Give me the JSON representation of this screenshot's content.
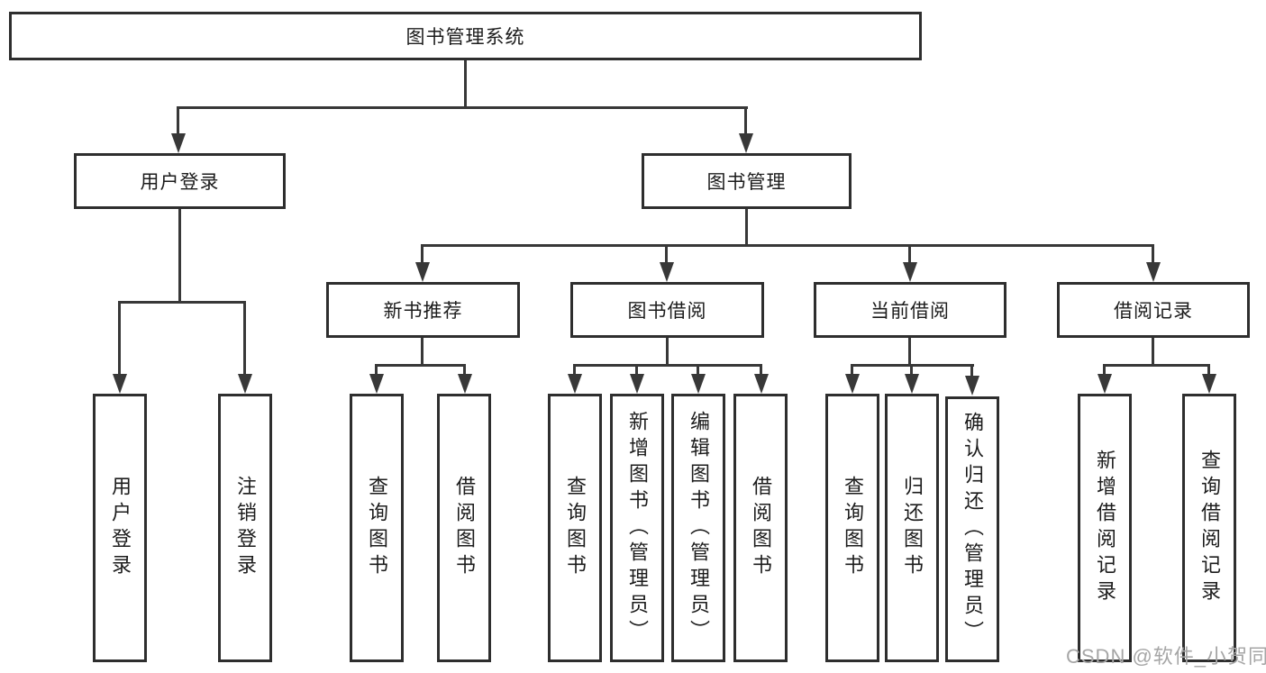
{
  "diagram": {
    "type": "hierarchy-tree",
    "root": {
      "label": "图书管理系统"
    },
    "branches": [
      {
        "id": "user-login",
        "label": "用户登录",
        "leaves": [
          {
            "label": "用户登录"
          },
          {
            "label": "注销登录"
          }
        ]
      },
      {
        "id": "book-management",
        "label": "图书管理",
        "sections": [
          {
            "id": "new-book-recommend",
            "label": "新书推荐",
            "leaves": [
              {
                "label": "查询图书"
              },
              {
                "label": "借阅图书"
              }
            ]
          },
          {
            "id": "book-borrowing",
            "label": "图书借阅",
            "leaves": [
              {
                "label": "查询图书"
              },
              {
                "label": "新增图书（管理员）"
              },
              {
                "label": "编辑图书（管理员）"
              },
              {
                "label": "借阅图书"
              }
            ]
          },
          {
            "id": "current-borrowing",
            "label": "当前借阅",
            "leaves": [
              {
                "label": "查询图书"
              },
              {
                "label": "归还图书"
              },
              {
                "label": "确认归还（管理员）"
              }
            ]
          },
          {
            "id": "borrow-records",
            "label": "借阅记录",
            "leaves": [
              {
                "label": "新增借阅记录"
              },
              {
                "label": "查询借阅记录"
              }
            ]
          }
        ]
      }
    ],
    "colors": {
      "border": "#2e2e2e",
      "line": "#383838",
      "text": "#1c1c1c",
      "watermark_text": "#a6a6a6",
      "background": "#ffffff"
    }
  },
  "watermark": {
    "text": "CSDN @软件_小贺同学"
  }
}
